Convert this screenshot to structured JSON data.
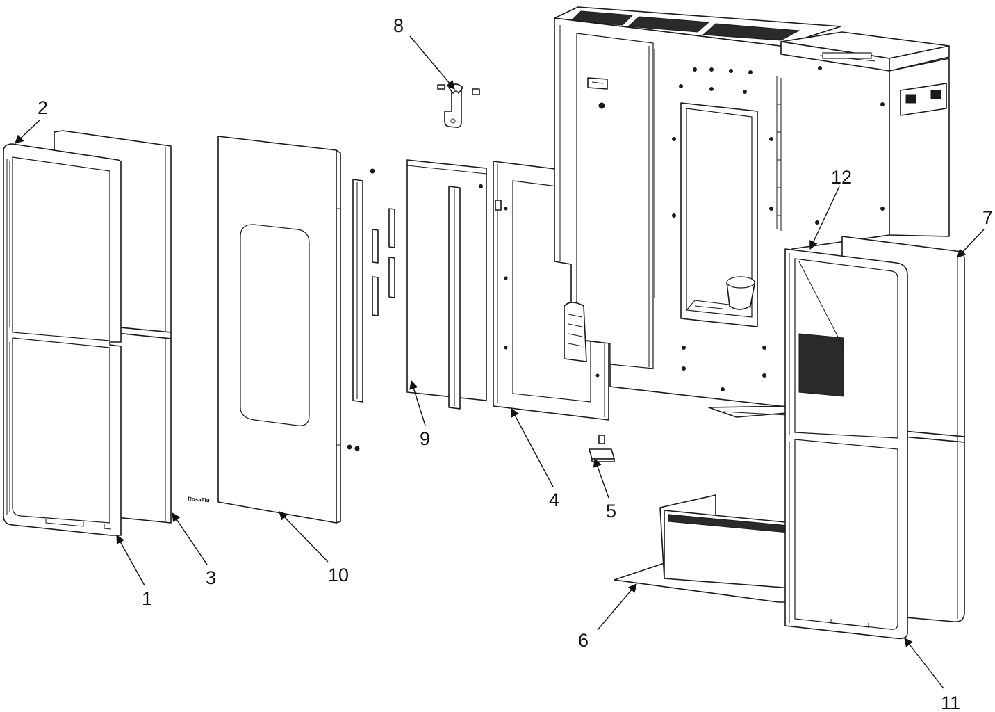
{
  "callouts": {
    "c1": "1",
    "c2": "2",
    "c3": "3",
    "c4": "4",
    "c5": "5",
    "c6": "6",
    "c7": "7",
    "c8": "8",
    "c9": "9",
    "c10": "10",
    "c11": "11",
    "c12": "12"
  },
  "brand_logo": "RosaFlu"
}
